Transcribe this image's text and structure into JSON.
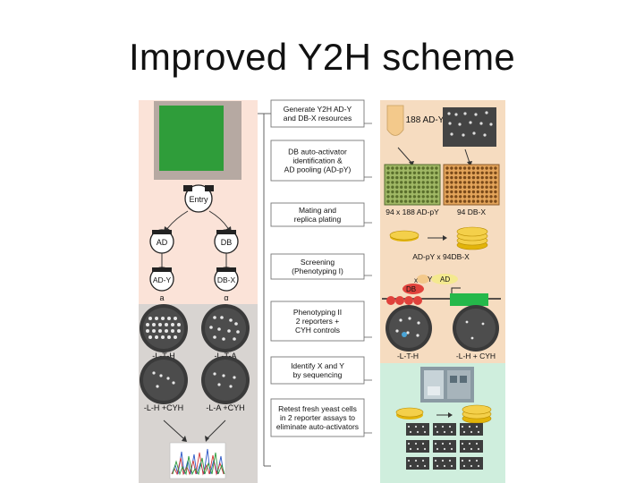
{
  "slide": {
    "title": "Improved Y2H scheme"
  },
  "figure": {
    "left_panel": {
      "entry_label": "Entry",
      "ad_label": "AD",
      "db_label": "DB",
      "ad_y_label": "AD-Y",
      "db_x_label": "DB-X",
      "mating_type_a": "a",
      "mating_type_alpha": "α",
      "plate_labels_top": [
        "-L-T-H",
        "-L-T-A"
      ],
      "plate_labels_bottom": [
        "-L-H +CYH",
        "-L-A +CYH"
      ]
    },
    "steps": [
      {
        "lines": [
          "Generate Y2H AD-Y",
          "and DB-X resources"
        ]
      },
      {
        "lines": [
          "DB auto-activator",
          "identification &",
          "AD pooling (AD-pY)"
        ]
      },
      {
        "lines": [
          "Mating and",
          "replica plating"
        ]
      },
      {
        "lines": [
          "Screening",
          "(Phenotyping I)"
        ]
      },
      {
        "lines": [
          "Phenotyping II",
          "2 reporters +",
          "CYH controls"
        ]
      },
      {
        "lines": [
          "Identify X and Y",
          "by sequencing"
        ]
      },
      {
        "lines": [
          "Retest fresh yeast cells",
          "in 2 reporter assays to",
          "eliminate auto-activators"
        ]
      }
    ],
    "right_panel": {
      "ad_y_count": "188 AD-Y",
      "pool_label": "94 x 188 AD-pY",
      "db_x_label": "94 DB-X",
      "cross_label": "AD-pY x 94DB-X",
      "x_label": "x",
      "y_label": "Y",
      "ad_label": "AD",
      "db_label": "DB",
      "plate_label_1": "-L-T-H",
      "plate_label_2": "-L-H + CYH"
    }
  },
  "colors": {
    "left_bg": "#fbe3d8",
    "right_bg": "#f6dcc0",
    "green_bg": "#cfeedd",
    "entry_green": "#2f9d3a",
    "reporter_green": "#25b84a",
    "plate_dark": "#3a3a3a",
    "colony_red": "#e0423c"
  }
}
